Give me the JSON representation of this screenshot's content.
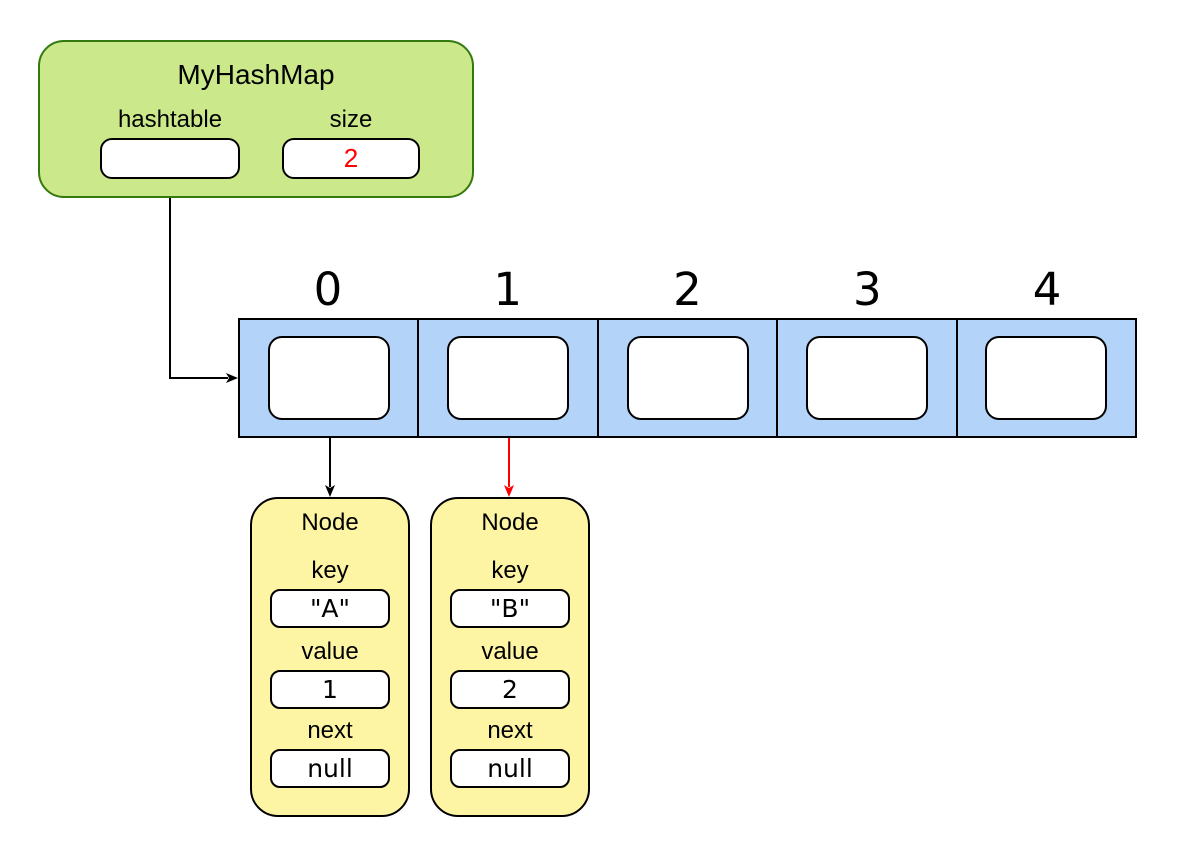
{
  "colors": {
    "hashmap_fill": "#cbe98b",
    "hashmap_border": "#35790e",
    "array_fill": "#b3d3f9",
    "node_fill": "#fdf5a4",
    "slot_fill": "#ffffff",
    "line_black": "#000000",
    "line_red": "#ff0000",
    "size_value_color": "#ff0000"
  },
  "hashmap": {
    "title": "MyHashMap",
    "hashtable_label": "hashtable",
    "hashtable_value": "",
    "size_label": "size",
    "size_value": "2"
  },
  "array": {
    "indices": [
      "0",
      "1",
      "2",
      "3",
      "4"
    ]
  },
  "nodes": [
    {
      "title": "Node",
      "key_label": "key",
      "key_value": "\"A\"",
      "value_label": "value",
      "value_value": "1",
      "next_label": "next",
      "next_value": "null"
    },
    {
      "title": "Node",
      "key_label": "key",
      "key_value": "\"B\"",
      "value_label": "value",
      "value_value": "2",
      "next_label": "next",
      "next_value": "null"
    }
  ]
}
